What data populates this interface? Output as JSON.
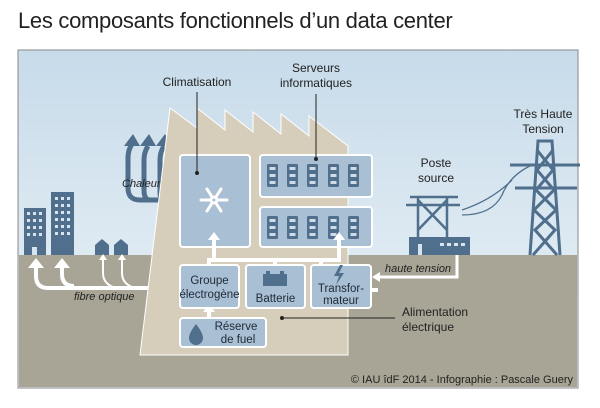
{
  "title": "Les composants fonctionnels d’un data center",
  "labels": {
    "climatisation": "Climatisation",
    "serveurs_1": "Serveurs",
    "serveurs_2": "informatiques",
    "tht_1": "Très Haute",
    "tht_2": "Tension",
    "poste_1": "Poste",
    "poste_2": "source",
    "chaleur": "Chaleur",
    "fibre": "fibre optique",
    "haute_tension": "haute tension",
    "alim_1": "Alimentation",
    "alim_2": "électrique"
  },
  "boxes": {
    "groupe_1": "Groupe",
    "groupe_2": "électrogène",
    "batterie": "Batterie",
    "transfo_1": "Transfor-",
    "transfo_2": "mateur",
    "fuel_1": "Réserve",
    "fuel_2": "de fuel"
  },
  "credit": "© IAU îdF 2014 - Infographie : Pascale Guery",
  "colors": {
    "sky": "#cddfec",
    "ground": "#a8a596",
    "building": "#d6cdbb",
    "box": "#a9bfd4",
    "icon": "#4f6f8c"
  }
}
